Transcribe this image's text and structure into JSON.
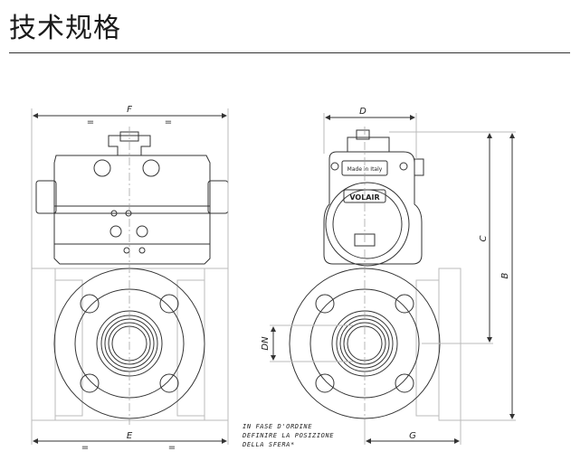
{
  "title": "技术规格",
  "dimensions": {
    "F": "F",
    "E": "E",
    "D": "D",
    "C": "C",
    "B": "B",
    "G": "G",
    "DN": "DN",
    "equal": "="
  },
  "actuator_marks": {
    "made_in": "Made in Italy",
    "brand": "VOLAIR"
  },
  "note": {
    "line1": "IN FASE D'ORDINE",
    "line2": "DEFINIRE LA POSIZIONE",
    "line3": "DELLA SFERA*"
  }
}
